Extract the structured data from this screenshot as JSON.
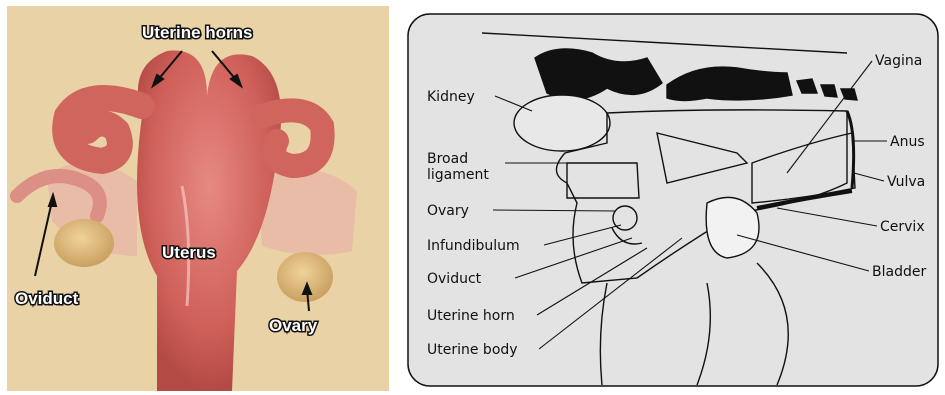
{
  "photo": {
    "labels": {
      "uterine_horns": "Uterine horns",
      "oviduct": "Oviduct",
      "uterus": "Uterus",
      "ovary": "Ovary"
    }
  },
  "diagram": {
    "labels": {
      "kidney": "Kidney",
      "broad_ligament_line1": "Broad",
      "broad_ligament_line2": "ligament",
      "ovary": "Ovary",
      "infundibulum": "Infundibulum",
      "oviduct": "Oviduct",
      "uterine_horn": "Uterine horn",
      "uterine_body": "Uterine body",
      "vagina": "Vagina",
      "anus": "Anus",
      "vulva": "Vulva",
      "cervix": "Cervix",
      "bladder": "Bladder"
    }
  },
  "colors": {
    "towel": "#e9d2a6",
    "tissue": "#d9736c",
    "diagram_bg": "#e3e3e3",
    "line": "#111111"
  }
}
